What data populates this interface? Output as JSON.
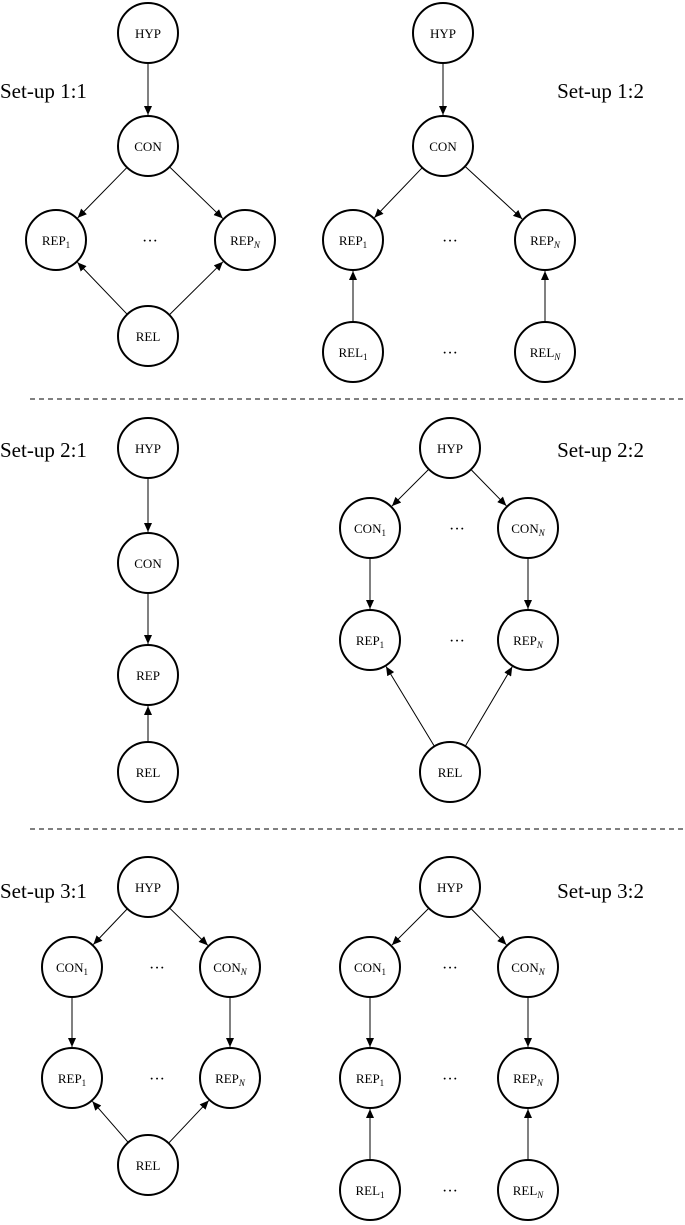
{
  "panels": [
    {
      "title": "Set-up 1:1",
      "nodes": [
        {
          "id": "HYP",
          "base": "HYP",
          "sub": ""
        },
        {
          "id": "CON",
          "base": "CON",
          "sub": ""
        },
        {
          "id": "REP1",
          "base": "REP",
          "sub": "1"
        },
        {
          "id": "REPN",
          "base": "REP",
          "sub": "N"
        },
        {
          "id": "REL",
          "base": "REL",
          "sub": ""
        }
      ],
      "edges": [
        [
          "HYP",
          "CON"
        ],
        [
          "CON",
          "REP1"
        ],
        [
          "CON",
          "REPN"
        ],
        [
          "REL",
          "REP1"
        ],
        [
          "REL",
          "REPN"
        ]
      ],
      "ellipses": [
        "···"
      ]
    },
    {
      "title": "Set-up 1:2",
      "nodes": [
        {
          "id": "HYP",
          "base": "HYP",
          "sub": ""
        },
        {
          "id": "CON",
          "base": "CON",
          "sub": ""
        },
        {
          "id": "REP1",
          "base": "REP",
          "sub": "1"
        },
        {
          "id": "REPN",
          "base": "REP",
          "sub": "N"
        },
        {
          "id": "REL1",
          "base": "REL",
          "sub": "1"
        },
        {
          "id": "RELN",
          "base": "REL",
          "sub": "N"
        }
      ],
      "edges": [
        [
          "HYP",
          "CON"
        ],
        [
          "CON",
          "REP1"
        ],
        [
          "CON",
          "REPN"
        ],
        [
          "REL1",
          "REP1"
        ],
        [
          "RELN",
          "REPN"
        ]
      ],
      "ellipses": [
        "···",
        "···"
      ]
    },
    {
      "title": "Set-up 2:1",
      "nodes": [
        {
          "id": "HYP",
          "base": "HYP",
          "sub": ""
        },
        {
          "id": "CON",
          "base": "CON",
          "sub": ""
        },
        {
          "id": "REP",
          "base": "REP",
          "sub": ""
        },
        {
          "id": "REL",
          "base": "REL",
          "sub": ""
        }
      ],
      "edges": [
        [
          "HYP",
          "CON"
        ],
        [
          "CON",
          "REP"
        ],
        [
          "REL",
          "REP"
        ]
      ],
      "ellipses": []
    },
    {
      "title": "Set-up 2:2",
      "nodes": [
        {
          "id": "HYP",
          "base": "HYP",
          "sub": ""
        },
        {
          "id": "CON1",
          "base": "CON",
          "sub": "1"
        },
        {
          "id": "CONN",
          "base": "CON",
          "sub": "N"
        },
        {
          "id": "REP1",
          "base": "REP",
          "sub": "1"
        },
        {
          "id": "REPN",
          "base": "REP",
          "sub": "N"
        },
        {
          "id": "REL",
          "base": "REL",
          "sub": ""
        }
      ],
      "edges": [
        [
          "HYP",
          "CON1"
        ],
        [
          "HYP",
          "CONN"
        ],
        [
          "CON1",
          "REP1"
        ],
        [
          "CONN",
          "REPN"
        ],
        [
          "REL",
          "REP1"
        ],
        [
          "REL",
          "REPN"
        ]
      ],
      "ellipses": [
        "···",
        "···"
      ]
    },
    {
      "title": "Set-up 3:1",
      "nodes": [
        {
          "id": "HYP",
          "base": "HYP",
          "sub": ""
        },
        {
          "id": "CON1",
          "base": "CON",
          "sub": "1"
        },
        {
          "id": "CONN",
          "base": "CON",
          "sub": "N"
        },
        {
          "id": "REP1",
          "base": "REP",
          "sub": "1"
        },
        {
          "id": "REPN",
          "base": "REP",
          "sub": "N"
        },
        {
          "id": "REL",
          "base": "REL",
          "sub": ""
        }
      ],
      "edges": [
        [
          "HYP",
          "CON1"
        ],
        [
          "HYP",
          "CONN"
        ],
        [
          "CON1",
          "REP1"
        ],
        [
          "CONN",
          "REPN"
        ],
        [
          "REL",
          "REP1"
        ],
        [
          "REL",
          "REPN"
        ]
      ],
      "ellipses": [
        "···",
        "···"
      ]
    },
    {
      "title": "Set-up 3:2",
      "nodes": [
        {
          "id": "HYP",
          "base": "HYP",
          "sub": ""
        },
        {
          "id": "CON1",
          "base": "CON",
          "sub": "1"
        },
        {
          "id": "CONN",
          "base": "CON",
          "sub": "N"
        },
        {
          "id": "REP1",
          "base": "REP",
          "sub": "1"
        },
        {
          "id": "REPN",
          "base": "REP",
          "sub": "N"
        },
        {
          "id": "REL1",
          "base": "REL",
          "sub": "1"
        },
        {
          "id": "RELN",
          "base": "REL",
          "sub": "N"
        }
      ],
      "edges": [
        [
          "HYP",
          "CON1"
        ],
        [
          "HYP",
          "CONN"
        ],
        [
          "CON1",
          "REP1"
        ],
        [
          "CONN",
          "REPN"
        ],
        [
          "REL1",
          "REP1"
        ],
        [
          "RELN",
          "REPN"
        ]
      ],
      "ellipses": [
        "···",
        "···",
        "···"
      ]
    }
  ]
}
